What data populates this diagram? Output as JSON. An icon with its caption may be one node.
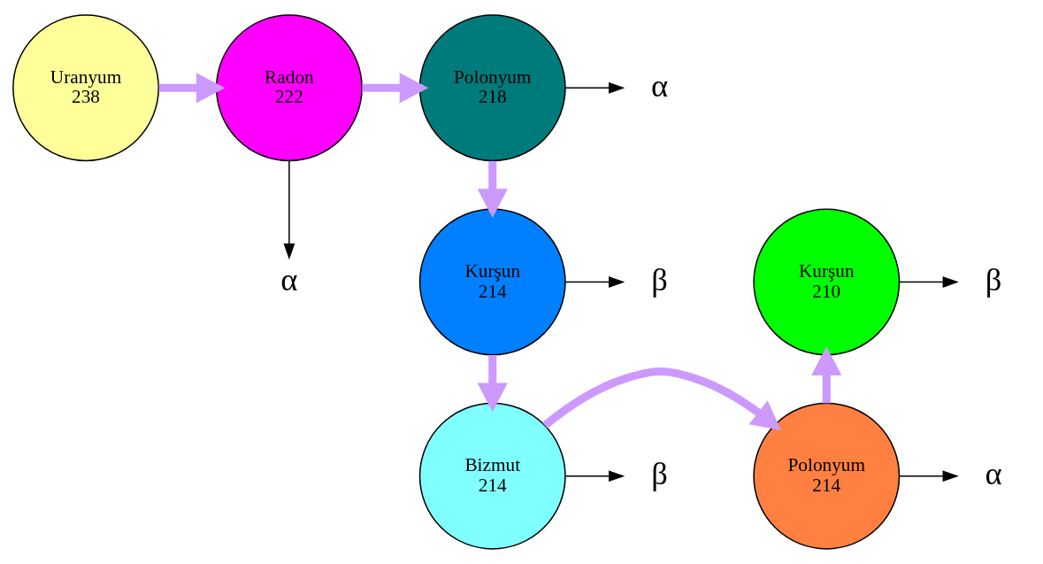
{
  "diagram": {
    "nodes": [
      {
        "text": [
          "Uranyum",
          "238"
        ]
      },
      {
        "text": [
          "Radon",
          "222"
        ]
      },
      {
        "text": [
          "Polonyum",
          "218"
        ]
      },
      {
        "text": [
          "Kurşun",
          "214"
        ]
      },
      {
        "text": [
          "Bizmut",
          "214"
        ]
      },
      {
        "text": [
          "Polonyum",
          "214"
        ]
      },
      {
        "text": [
          "Kurşun",
          "210"
        ]
      },
      {
        "text": [
          "α"
        ]
      },
      {
        "text": [
          "α"
        ]
      },
      {
        "text": [
          "β"
        ]
      },
      {
        "text": [
          "β"
        ]
      },
      {
        "text": [
          "α"
        ]
      },
      {
        "text": [
          "β"
        ]
      }
    ],
    "edges": [
      {
        "from": 0,
        "to": 1,
        "arrow": "to",
        "style": "thick",
        "color": "#cc99ff"
      },
      {
        "from": 1,
        "to": 2,
        "arrow": "to",
        "style": "thick",
        "color": "#cc99ff"
      },
      {
        "from": 2,
        "to": 3,
        "arrow": "to",
        "style": "thick",
        "color": "#cc99ff"
      },
      {
        "from": 3,
        "to": 4,
        "arrow": "to",
        "style": "thick",
        "color": "#cc99ff"
      },
      {
        "from": 4,
        "to": 5,
        "arrow": "to",
        "style": "thick",
        "color": "#cc99ff"
      },
      {
        "from": 5,
        "to": 6,
        "arrow": "to",
        "style": "thick",
        "color": "#cc99ff"
      },
      {
        "from": 1,
        "to": 7,
        "arrow": "to",
        "color": "#000000"
      },
      {
        "from": 2,
        "to": 8,
        "arrow": "to",
        "color": "#000000"
      },
      {
        "from": 3,
        "to": 9,
        "arrow": "to",
        "color": "#000000"
      },
      {
        "from": 4,
        "to": 10,
        "arrow": "to",
        "color": "#000000"
      },
      {
        "from": 5,
        "to": 11,
        "arrow": "to",
        "color": "#000000"
      },
      {
        "from": 6,
        "to": 12,
        "arrow": "to",
        "color": "#000000"
      }
    ]
  }
}
